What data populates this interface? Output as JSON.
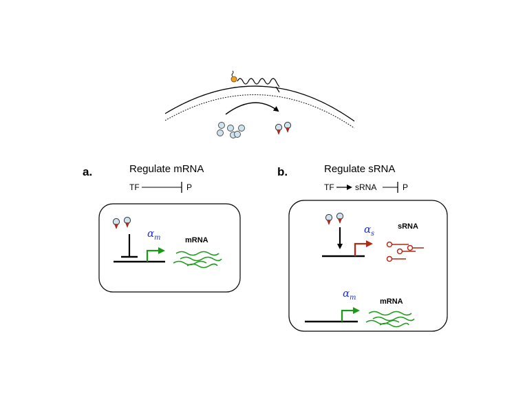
{
  "panel_a": {
    "letter": "a.",
    "title": "Regulate mRNA",
    "scheme_tf": "TF",
    "scheme_p": "P",
    "rate_symbol": "α",
    "rate_sub": "m",
    "mrna_label": "mRNA"
  },
  "panel_b": {
    "letter": "b.",
    "title": "Regulate sRNA",
    "scheme_tf": "TF",
    "scheme_srna": "sRNA",
    "scheme_p": "P",
    "rate_s_symbol": "α",
    "rate_s_sub": "s",
    "srna_label": "sRNA",
    "rate_m_symbol": "α",
    "rate_m_sub": "m",
    "mrna_label": "mRNA"
  },
  "colors": {
    "green": "#1a9a1a",
    "red": "#b02a14",
    "blue_text": "#2233cc",
    "molecule_fill": "#cfe3ee",
    "ligand": "#f0a020"
  }
}
